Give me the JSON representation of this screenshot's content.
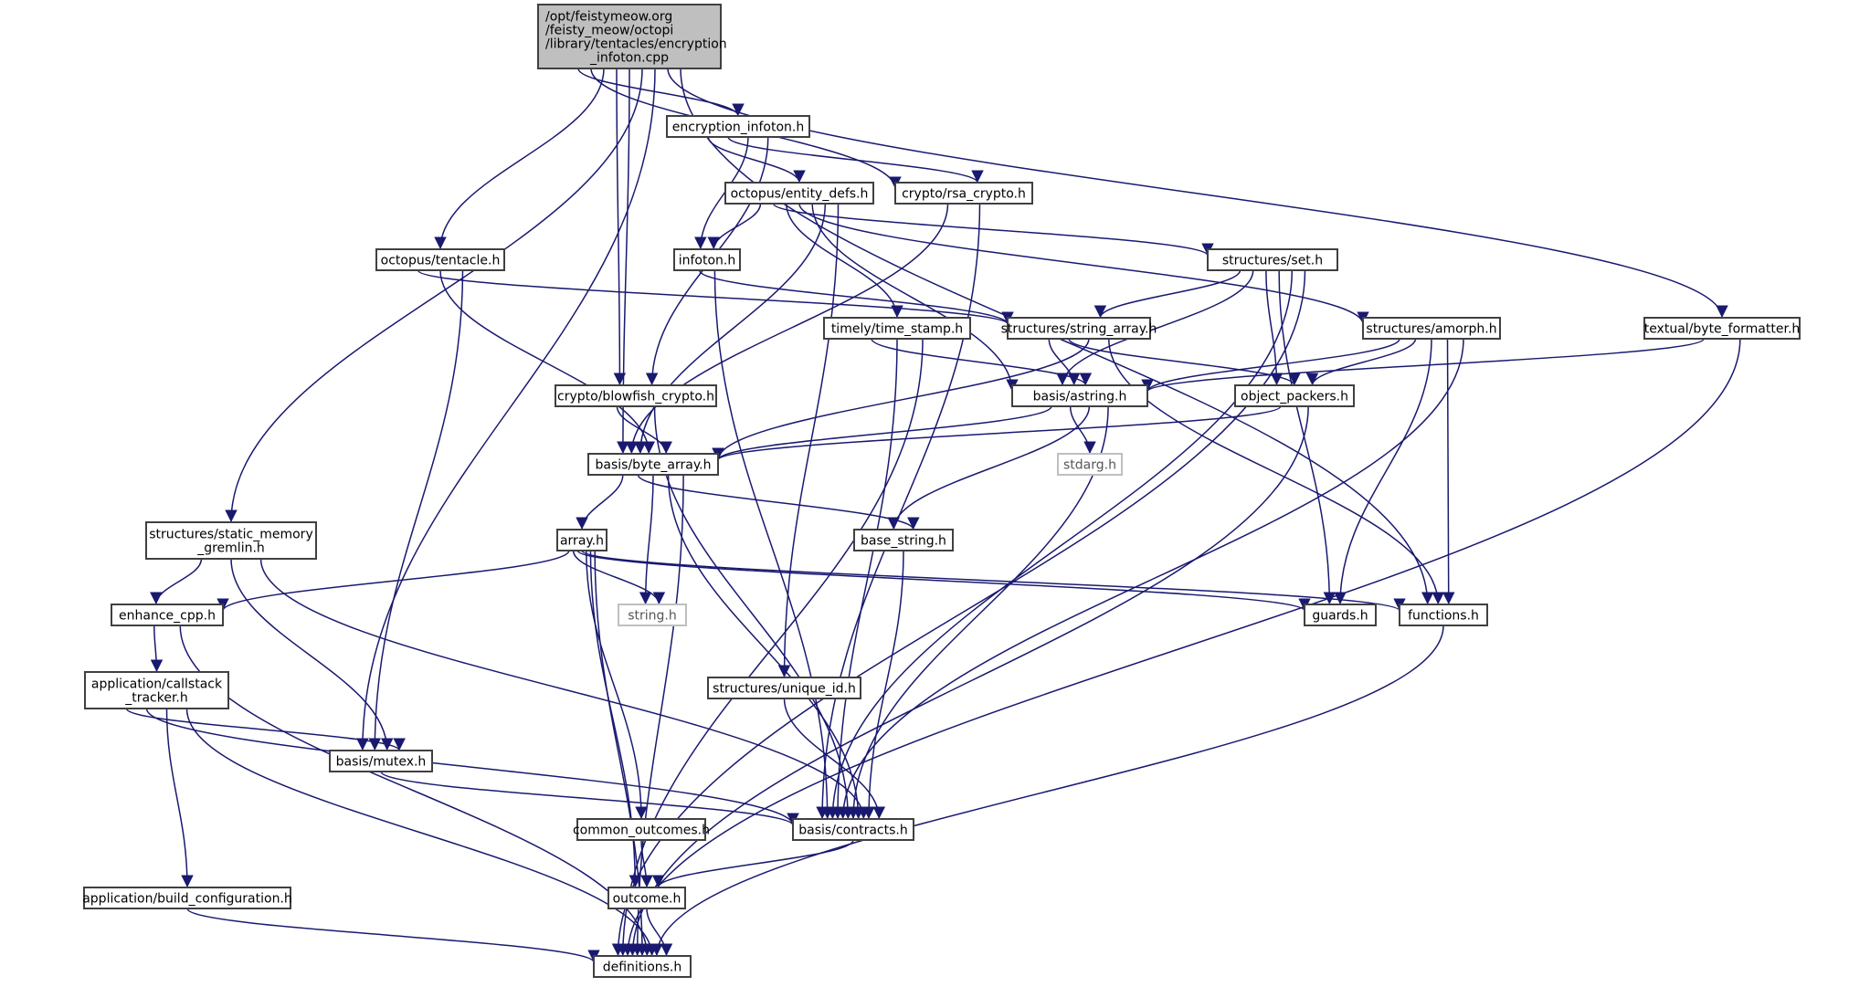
{
  "title": "Include dependency graph for encryption_infoton.cpp",
  "colors": {
    "edge": "#191970",
    "node_border": "#404040",
    "root_fill": "#bfbfbf",
    "system_border": "#bfbfbf"
  },
  "nodes": [
    {
      "id": "root",
      "label": [
        "/opt/feistymeow.org",
        "/feisty_meow/octopi",
        "/library/tentacles/encryption",
        "_infoton.cpp"
      ],
      "kind": "root"
    },
    {
      "id": "encryption_infoton_h",
      "label": [
        "encryption_infoton.h"
      ],
      "kind": "file"
    },
    {
      "id": "rsa_crypto",
      "label": [
        "crypto/rsa_crypto.h"
      ],
      "kind": "file"
    },
    {
      "id": "entity_defs",
      "label": [
        "octopus/entity_defs.h"
      ],
      "kind": "file"
    },
    {
      "id": "tentacle",
      "label": [
        "octopus/tentacle.h"
      ],
      "kind": "file"
    },
    {
      "id": "infoton",
      "label": [
        "infoton.h"
      ],
      "kind": "file"
    },
    {
      "id": "set",
      "label": [
        "structures/set.h"
      ],
      "kind": "file"
    },
    {
      "id": "string_array",
      "label": [
        "structures/string_array.h"
      ],
      "kind": "file"
    },
    {
      "id": "time_stamp",
      "label": [
        "timely/time_stamp.h"
      ],
      "kind": "file"
    },
    {
      "id": "amorph",
      "label": [
        "structures/amorph.h"
      ],
      "kind": "file"
    },
    {
      "id": "byte_formatter",
      "label": [
        "textual/byte_formatter.h"
      ],
      "kind": "file"
    },
    {
      "id": "blowfish",
      "label": [
        "crypto/blowfish_crypto.h"
      ],
      "kind": "file"
    },
    {
      "id": "astring",
      "label": [
        "basis/astring.h"
      ],
      "kind": "file"
    },
    {
      "id": "object_packers",
      "label": [
        "object_packers.h"
      ],
      "kind": "file"
    },
    {
      "id": "byte_array",
      "label": [
        "basis/byte_array.h"
      ],
      "kind": "file"
    },
    {
      "id": "stdarg",
      "label": [
        "stdarg.h"
      ],
      "kind": "system"
    },
    {
      "id": "static_memory_gremlin",
      "label": [
        "structures/static_memory",
        "_gremlin.h"
      ],
      "kind": "file"
    },
    {
      "id": "array",
      "label": [
        "array.h"
      ],
      "kind": "file"
    },
    {
      "id": "base_string",
      "label": [
        "base_string.h"
      ],
      "kind": "file"
    },
    {
      "id": "enhance_cpp",
      "label": [
        "enhance_cpp.h"
      ],
      "kind": "file"
    },
    {
      "id": "string_h",
      "label": [
        "string.h"
      ],
      "kind": "system"
    },
    {
      "id": "guards",
      "label": [
        "guards.h"
      ],
      "kind": "file"
    },
    {
      "id": "functions",
      "label": [
        "functions.h"
      ],
      "kind": "file"
    },
    {
      "id": "callstack_tracker",
      "label": [
        "application/callstack",
        "_tracker.h"
      ],
      "kind": "file"
    },
    {
      "id": "unique_id",
      "label": [
        "structures/unique_id.h"
      ],
      "kind": "file"
    },
    {
      "id": "mutex",
      "label": [
        "basis/mutex.h"
      ],
      "kind": "file"
    },
    {
      "id": "common_outcomes",
      "label": [
        "common_outcomes.h"
      ],
      "kind": "file"
    },
    {
      "id": "contracts",
      "label": [
        "basis/contracts.h"
      ],
      "kind": "file"
    },
    {
      "id": "build_configuration",
      "label": [
        "application/build_configuration.h"
      ],
      "kind": "file"
    },
    {
      "id": "outcome",
      "label": [
        "outcome.h"
      ],
      "kind": "file"
    },
    {
      "id": "definitions",
      "label": [
        "definitions.h"
      ],
      "kind": "file"
    }
  ],
  "edges": [
    [
      "root",
      "encryption_infoton_h"
    ],
    [
      "root",
      "rsa_crypto"
    ],
    [
      "root",
      "tentacle"
    ],
    [
      "root",
      "blowfish"
    ],
    [
      "root",
      "byte_array"
    ],
    [
      "root",
      "static_memory_gremlin"
    ],
    [
      "root",
      "mutex"
    ],
    [
      "root",
      "byte_formatter"
    ],
    [
      "root",
      "functions"
    ],
    [
      "encryption_infoton_h",
      "entity_defs"
    ],
    [
      "encryption_infoton_h",
      "rsa_crypto"
    ],
    [
      "encryption_infoton_h",
      "infoton"
    ],
    [
      "encryption_infoton_h",
      "blowfish"
    ],
    [
      "rsa_crypto",
      "byte_array"
    ],
    [
      "rsa_crypto",
      "contracts"
    ],
    [
      "entity_defs",
      "infoton"
    ],
    [
      "entity_defs",
      "set"
    ],
    [
      "entity_defs",
      "time_stamp"
    ],
    [
      "entity_defs",
      "amorph"
    ],
    [
      "entity_defs",
      "astring"
    ],
    [
      "entity_defs",
      "byte_array"
    ],
    [
      "entity_defs",
      "unique_id"
    ],
    [
      "tentacle",
      "string_array"
    ],
    [
      "tentacle",
      "byte_array"
    ],
    [
      "tentacle",
      "mutex"
    ],
    [
      "infoton",
      "string_array"
    ],
    [
      "infoton",
      "contracts"
    ],
    [
      "set",
      "string_array"
    ],
    [
      "set",
      "astring"
    ],
    [
      "set",
      "object_packers"
    ],
    [
      "set",
      "guards"
    ],
    [
      "set",
      "contracts"
    ],
    [
      "set",
      "definitions"
    ],
    [
      "string_array",
      "astring"
    ],
    [
      "string_array",
      "object_packers"
    ],
    [
      "string_array",
      "byte_array"
    ],
    [
      "string_array",
      "functions"
    ],
    [
      "time_stamp",
      "astring"
    ],
    [
      "time_stamp",
      "contracts"
    ],
    [
      "time_stamp",
      "definitions"
    ],
    [
      "amorph",
      "astring"
    ],
    [
      "amorph",
      "object_packers"
    ],
    [
      "amorph",
      "guards"
    ],
    [
      "amorph",
      "functions"
    ],
    [
      "amorph",
      "contracts"
    ],
    [
      "byte_formatter",
      "astring"
    ],
    [
      "byte_formatter",
      "definitions"
    ],
    [
      "blowfish",
      "byte_array"
    ],
    [
      "blowfish",
      "contracts"
    ],
    [
      "astring",
      "byte_array"
    ],
    [
      "astring",
      "stdarg"
    ],
    [
      "astring",
      "base_string"
    ],
    [
      "astring",
      "contracts"
    ],
    [
      "object_packers",
      "byte_array"
    ],
    [
      "object_packers",
      "definitions"
    ],
    [
      "byte_array",
      "array"
    ],
    [
      "byte_array",
      "base_string"
    ],
    [
      "byte_array",
      "string_h"
    ],
    [
      "byte_array",
      "contracts"
    ],
    [
      "byte_array",
      "definitions"
    ],
    [
      "static_memory_gremlin",
      "enhance_cpp"
    ],
    [
      "static_memory_gremlin",
      "mutex"
    ],
    [
      "static_memory_gremlin",
      "contracts"
    ],
    [
      "array",
      "enhance_cpp"
    ],
    [
      "array",
      "string_h"
    ],
    [
      "array",
      "guards"
    ],
    [
      "array",
      "functions"
    ],
    [
      "array",
      "common_outcomes"
    ],
    [
      "array",
      "outcome"
    ],
    [
      "array",
      "definitions"
    ],
    [
      "base_string",
      "contracts"
    ],
    [
      "enhance_cpp",
      "callstack_tracker"
    ],
    [
      "enhance_cpp",
      "definitions"
    ],
    [
      "callstack_tracker",
      "mutex"
    ],
    [
      "callstack_tracker",
      "contracts"
    ],
    [
      "callstack_tracker",
      "build_configuration"
    ],
    [
      "callstack_tracker",
      "definitions"
    ],
    [
      "functions",
      "definitions"
    ],
    [
      "unique_id",
      "contracts"
    ],
    [
      "mutex",
      "contracts"
    ],
    [
      "common_outcomes",
      "outcome"
    ],
    [
      "contracts",
      "outcome"
    ],
    [
      "build_configuration",
      "definitions"
    ],
    [
      "outcome",
      "definitions"
    ]
  ]
}
